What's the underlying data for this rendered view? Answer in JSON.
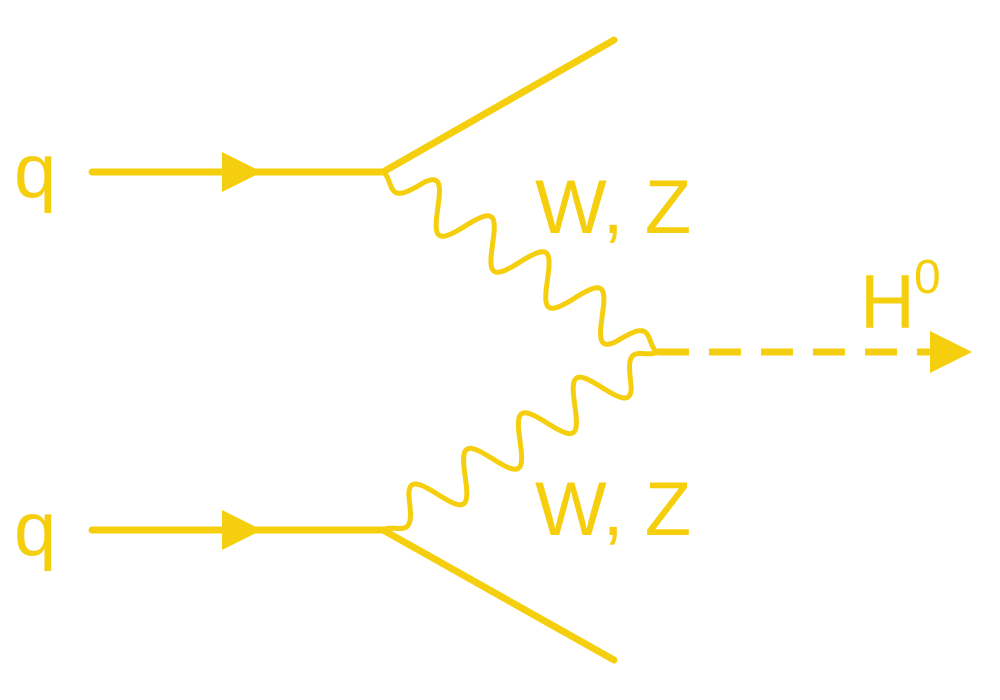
{
  "diagram": {
    "line_color": "#f5cf0e",
    "labels": {
      "quark_top": "q",
      "quark_bottom": "q",
      "boson_top": "W, Z",
      "boson_bottom": "W, Z",
      "higgs": "H",
      "higgs_superscript": "0"
    }
  }
}
